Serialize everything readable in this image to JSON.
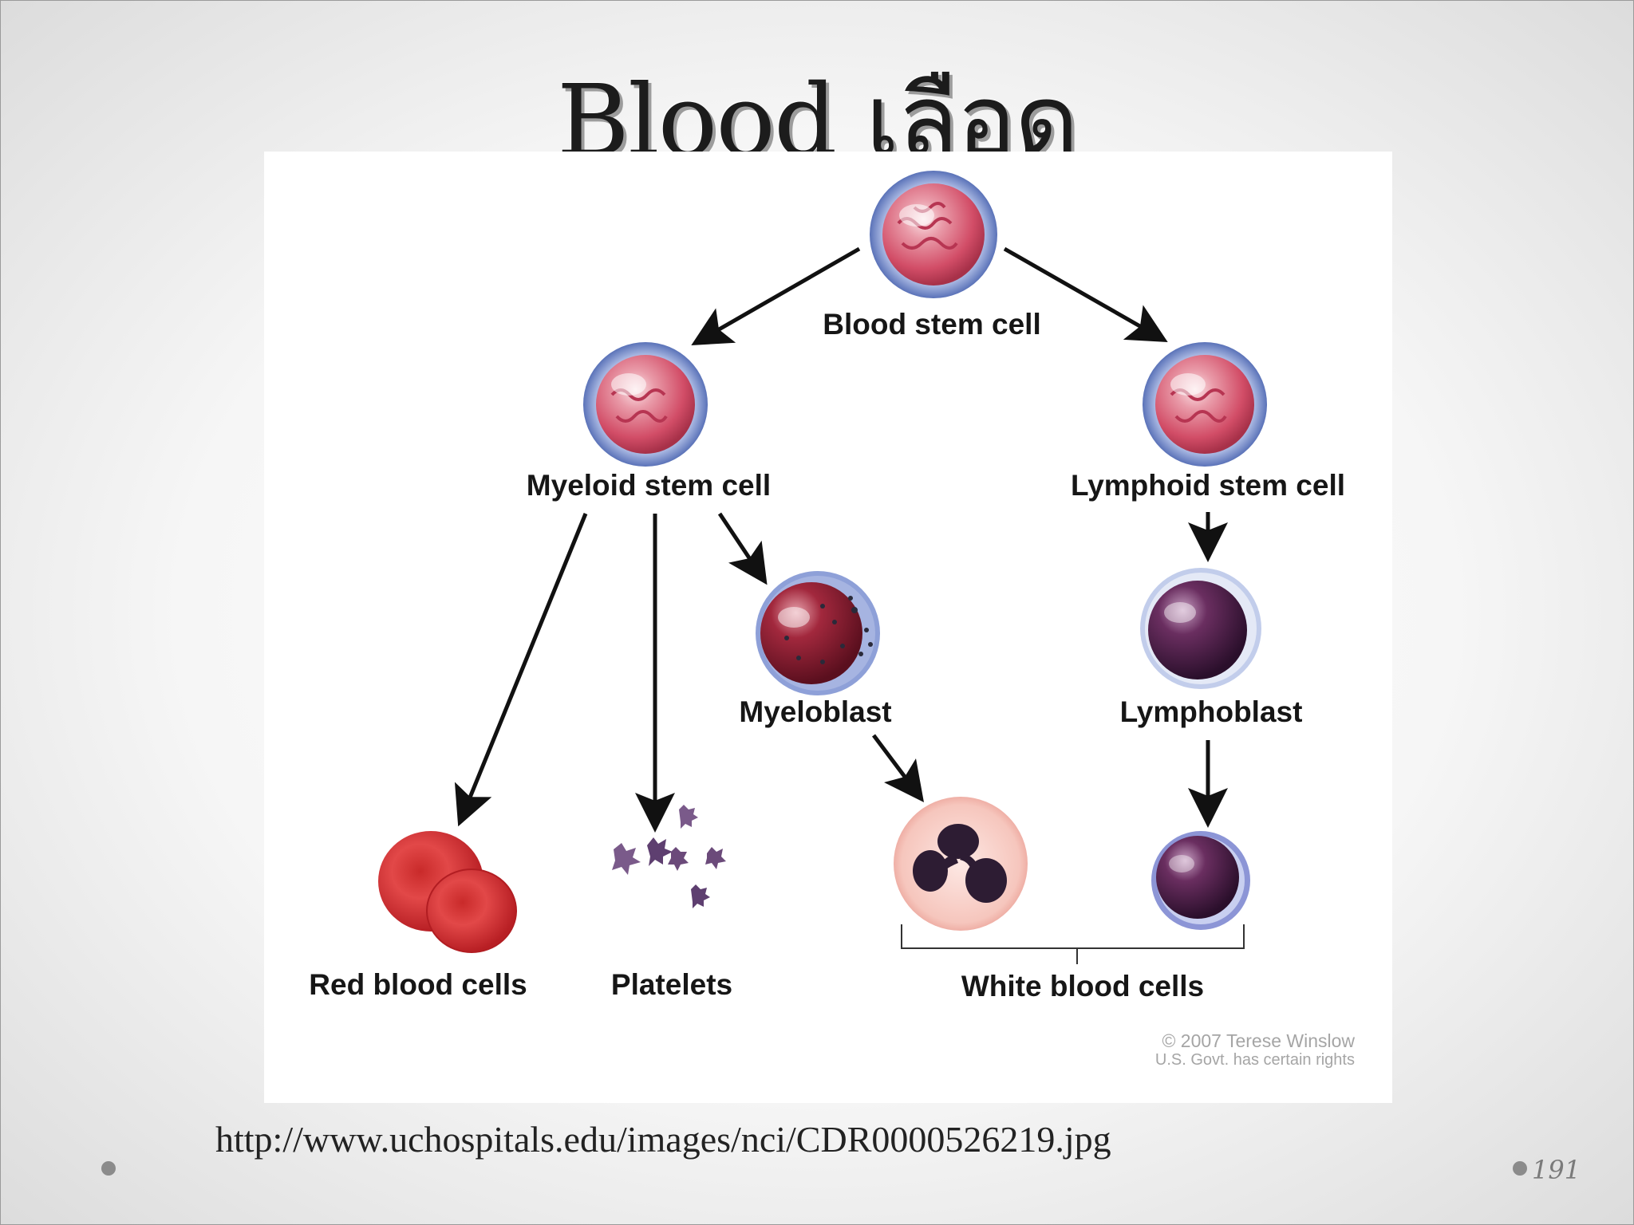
{
  "slide": {
    "title": "Blood เลือด",
    "source_url": "http://www.uchospitals.edu/images/nci/CDR0000526219.jpg",
    "page_number": "191"
  },
  "diagram": {
    "nodes": {
      "blood_stem_cell": "Blood stem cell",
      "myeloid_stem_cell": "Myeloid stem cell",
      "lymphoid_stem_cell": "Lymphoid stem cell",
      "myeloblast": "Myeloblast",
      "lymphoblast": "Lymphoblast",
      "red_blood_cells": "Red blood cells",
      "platelets": "Platelets",
      "white_blood_cells": "White blood cells"
    },
    "copyright_line1": "© 2007 Terese Winslow",
    "copyright_line2": "U.S. Govt. has certain rights"
  },
  "colors": {
    "stem_cell_fill": "#d9536b",
    "stem_cell_membrane": "#6e8fce",
    "blast_fill": "#8a1f30",
    "red_blood_cell": "#e03a3a",
    "lymphocyte": "#3b1c3c",
    "arrow": "#111111"
  }
}
